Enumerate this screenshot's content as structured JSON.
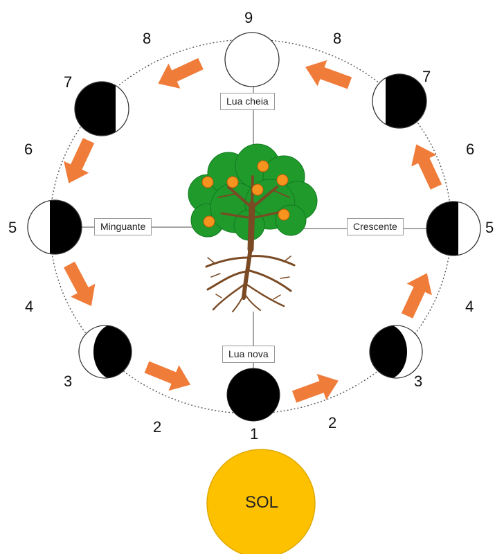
{
  "labels": {
    "full_moon": "Lua cheia",
    "waning": "Minguante",
    "waxing": "Crescente",
    "new_moon": "Lua nova",
    "sun": "SOL"
  },
  "numbers": {
    "top": "9",
    "left_8": "8",
    "right_8": "8",
    "left_7": "7",
    "right_7": "7",
    "left_6": "6",
    "right_6": "6",
    "left_5": "5",
    "right_5": "5",
    "left_4": "4",
    "right_4": "4",
    "left_3": "3",
    "right_3": "3",
    "left_2": "2",
    "right_2": "2",
    "bottom": "1"
  },
  "colors": {
    "arrow": "#f07c3a",
    "sun": "#fdc100",
    "moon_dark": "#000000",
    "foliage": "#1f9a2b",
    "fruit": "#f7941e",
    "trunk": "#7a4a24"
  }
}
